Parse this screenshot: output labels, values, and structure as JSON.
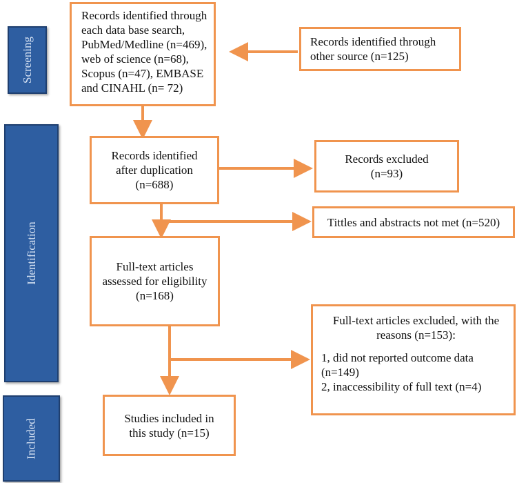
{
  "phases": {
    "screening": "Screening",
    "identification": "Identification",
    "included": "Included"
  },
  "boxes": {
    "database_search": [
      "Records identified through",
      "each data base search,",
      "PubMed/Medline (n=469),",
      "web of science (n=68),",
      "Scopus (n=47), EMBASE",
      "and CINAHL (n= 72)"
    ],
    "other_source": [
      "Records identified through",
      "other source (n=125)"
    ],
    "after_duplication": [
      "Records identified",
      "after duplication",
      "(n=688)"
    ],
    "records_excluded": [
      "Records excluded",
      "(n=93)"
    ],
    "titles_abstracts": [
      "Tittles and abstracts not met (n=520)"
    ],
    "full_text_assessed": [
      "Full-text articles",
      "assessed for eligibility",
      "(n=168)"
    ],
    "full_text_excluded_header": [
      "Full-text articles excluded, with the",
      "reasons (n=153):"
    ],
    "full_text_excluded_reasons": [
      "1, did not reported outcome data",
      "(n=149)",
      "2, inaccessibility of full text (n=4)"
    ],
    "studies_included": [
      "Studies included in",
      "this study (n=15)"
    ]
  },
  "colors": {
    "arrow": "#f0944e",
    "box_border": "#f0944e",
    "phase_fill": "#2e5ea1",
    "phase_text": "#d6e2f3"
  }
}
